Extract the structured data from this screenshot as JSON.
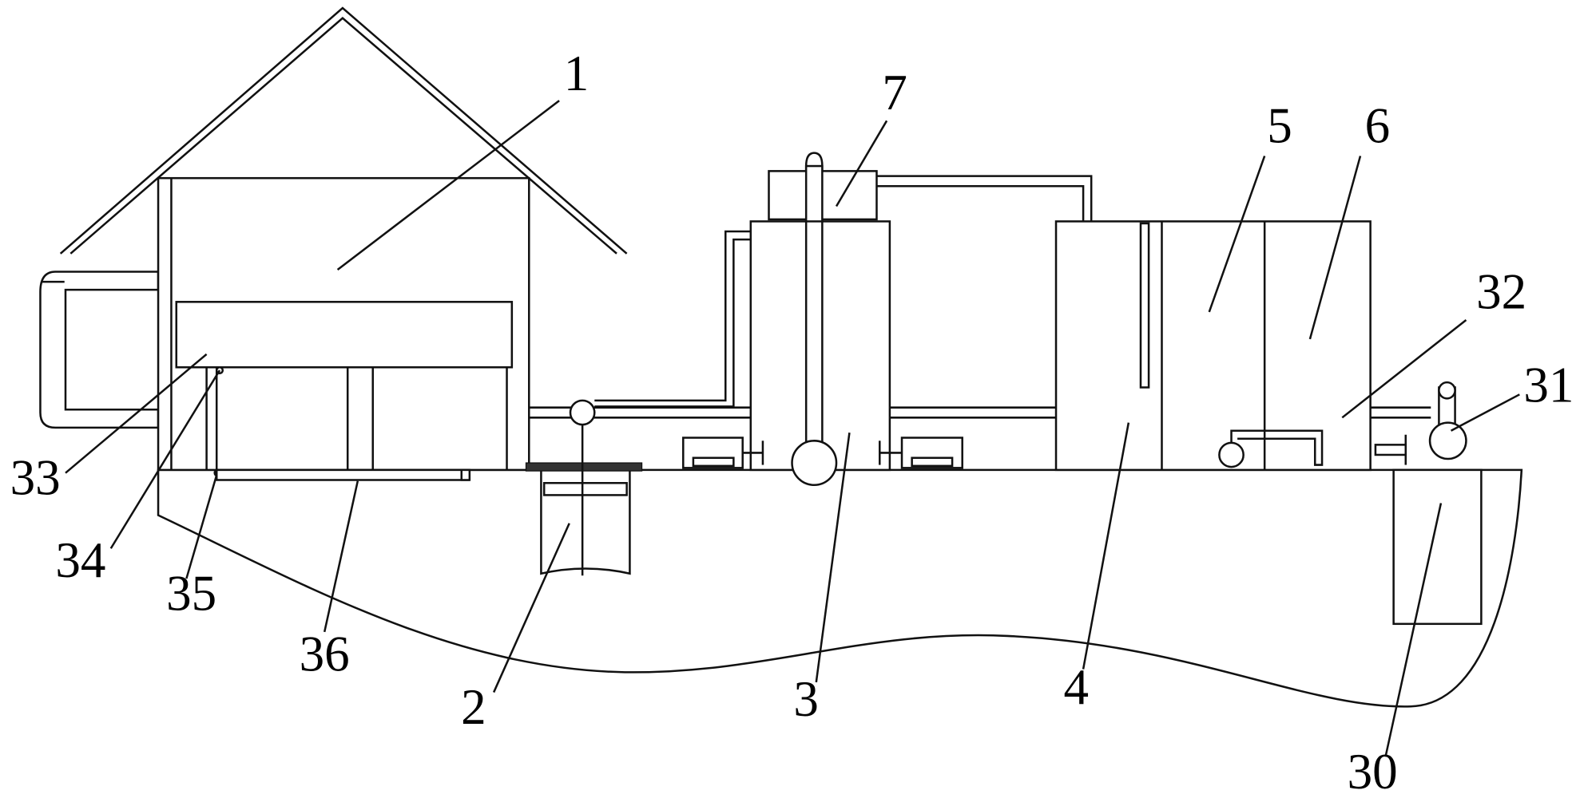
{
  "diagram": {
    "labels": [
      {
        "id": "1",
        "text": "1"
      },
      {
        "id": "2",
        "text": "2"
      },
      {
        "id": "3",
        "text": "3"
      },
      {
        "id": "4",
        "text": "4"
      },
      {
        "id": "5",
        "text": "5"
      },
      {
        "id": "6",
        "text": "6"
      },
      {
        "id": "7",
        "text": "7"
      },
      {
        "id": "30",
        "text": "30"
      },
      {
        "id": "31",
        "text": "31"
      },
      {
        "id": "32",
        "text": "32"
      },
      {
        "id": "33",
        "text": "33"
      },
      {
        "id": "34",
        "text": "34"
      },
      {
        "id": "35",
        "text": "35"
      },
      {
        "id": "36",
        "text": "36"
      }
    ],
    "line_color": "#111111"
  }
}
